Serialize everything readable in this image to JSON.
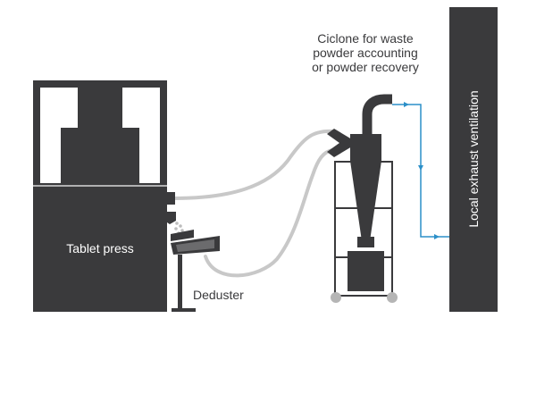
{
  "labels": {
    "tablet_press": "Tablet press",
    "deduster": "Deduster",
    "cyclone_line1": "Ciclone for waste",
    "cyclone_line2": "powder accounting",
    "cyclone_line3": "or powder recovery",
    "ventilation": "Local exhaust ventilation"
  },
  "colors": {
    "machine": "#3a3a3c",
    "hose": "#c8c8c8",
    "airflow": "#2b8fc8",
    "wheel": "#b5b5b5"
  }
}
